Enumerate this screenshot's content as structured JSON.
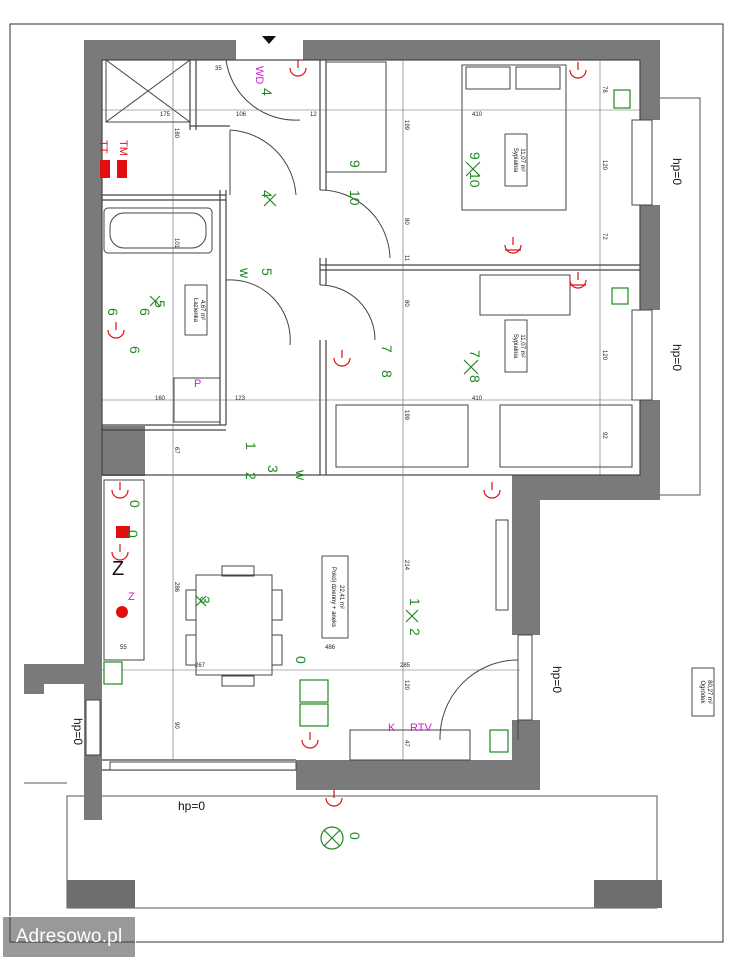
{
  "watermark": "Adresowo.pl",
  "rooms": {
    "bedroom_top": {
      "name": "Sypialnia",
      "area": "11,07 m²"
    },
    "bedroom_mid": {
      "name": "Sypialnia",
      "area": "11,07 m²"
    },
    "bathroom": {
      "name": "Łazienka",
      "area": "4,67 m²"
    },
    "living": {
      "name": "Pokój dzienny + aneks",
      "area": "22,41 m²"
    },
    "garden": {
      "name": "Ogródek",
      "area": "80,27 m²"
    }
  },
  "labels": {
    "hp_right_top": "hp=0",
    "hp_right_mid": "hp=0",
    "hp_right_low": "hp=0",
    "hp_left": "hp=0",
    "hp_bottom": "hp=0",
    "wd": "WD",
    "tt": "TT",
    "tm": "TM",
    "p": "P",
    "k": "K",
    "rtv": "RTV",
    "z": "Z"
  },
  "switches": {
    "s4": "4",
    "s4b": "4",
    "s9": "9",
    "s10": "10",
    "s5": "5",
    "s5b": "5",
    "s6": "6",
    "s6b": "6",
    "s6c": "6",
    "s7": "7",
    "s8": "8",
    "s7b": "7",
    "s8b": "8",
    "s9b": "9",
    "s10b": "10",
    "s1": "1",
    "s2": "2",
    "s3": "3",
    "sw": "w",
    "sw2": "w",
    "s1b": "1",
    "s2b": "2",
    "s3b": "3",
    "s0": "0",
    "s0b": "0",
    "s0c": "0",
    "s0d": "0"
  },
  "dims": {
    "d35": "35",
    "d175": "175",
    "d106": "106",
    "d12": "12",
    "d410a": "410",
    "d410b": "410",
    "d123": "123",
    "d214": "214",
    "d286": "286",
    "d267": "267",
    "d486": "486",
    "d285": "285",
    "d55": "55",
    "d120a": "120",
    "d120b": "120",
    "d120c": "120",
    "d199a": "199",
    "d199b": "199",
    "d80a": "80",
    "d80b": "80",
    "d72": "72",
    "d11": "11",
    "d78": "78",
    "d92": "92",
    "d101": "101",
    "d180": "180",
    "d160": "160",
    "d67": "67",
    "d47": "47",
    "d90": "90"
  }
}
